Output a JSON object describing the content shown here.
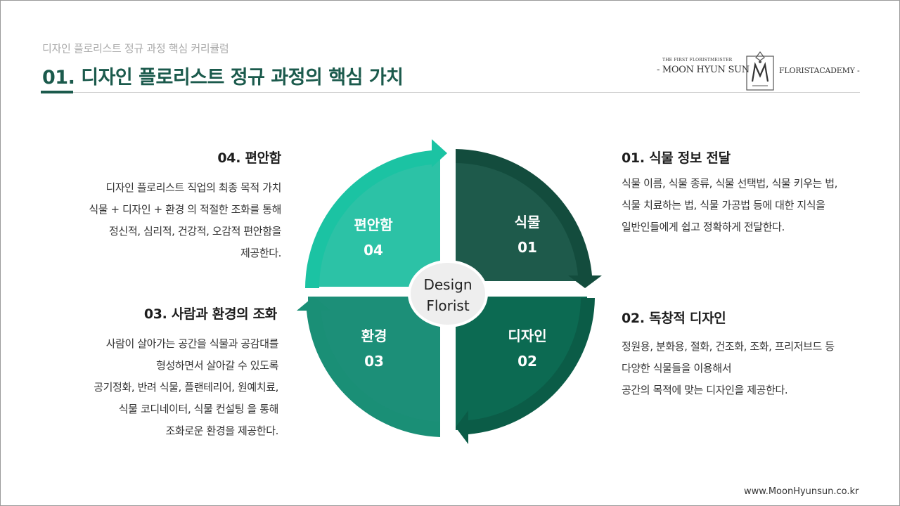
{
  "header": {
    "subtitle": "디자인 플로리스트 정규 과정 핵심 커리큘럼",
    "title": "01.  디자인 플로리스트 정규 과정의 핵심 가치"
  },
  "logo": {
    "top_line": "THE FIRST FLORISTMEISTER",
    "left_name": "- MOON HYUN SUN",
    "right_name": "FLORISTACADEMY -",
    "emblem_icon": "monogram-emblem-icon"
  },
  "diagram": {
    "center": [
      "Design",
      "Florist"
    ],
    "quadrants": [
      {
        "label": "식물",
        "number": "01",
        "color": "#1e5a4b"
      },
      {
        "label": "디자인",
        "number": "02",
        "color": "#0c6a52"
      },
      {
        "label": "환경",
        "number": "03",
        "color": "#1c8f78"
      },
      {
        "label": "편안함",
        "number": "04",
        "color": "#2cc2a6"
      }
    ],
    "arrow_colors": {
      "q1": "#134c3d",
      "q2": "#0b5c47",
      "q3": "#1a8f76",
      "q4": "#1bc3a3"
    }
  },
  "sections": {
    "s01": {
      "title": "01. 식물 정보 전달",
      "lines": [
        "식물 이름, 식물 종류, 식물 선택법, 식물 키우는 법,",
        "식물 치료하는 법, 식물 가공법 등에 대한 지식을",
        "일반인들에게 쉽고 정확하게 전달한다."
      ]
    },
    "s02": {
      "title": "02. 독창적 디자인",
      "lines": [
        "정원용, 분화용, 절화, 건조화, 조화, 프리저브드 등",
        "다양한 식물들을 이용해서",
        "공간의 목적에 맞는 디자인을 제공한다."
      ]
    },
    "s03": {
      "title": "03. 사람과 환경의 조화",
      "lines": [
        "사람이 살아가는 공간을 식물과 공감대를",
        "형성하면서 살아갈 수 있도록",
        "공기정화, 반려 식물, 플랜테리어, 원예치료,",
        "식물 코디네이터, 식물 컨설팅 을 통해",
        "조화로운 환경을 제공한다."
      ]
    },
    "s04": {
      "title": "04. 편안함",
      "lines": [
        "디자인 플로리스트 직업의 최종 목적 가치",
        "식물 + 디자인 + 환경 의 적절한 조화를 통해",
        "정신적, 심리적, 건강적, 오감적 편안함을",
        "제공한다."
      ]
    }
  },
  "footer": {
    "url": "www.MoonHyunsun.co.kr"
  }
}
